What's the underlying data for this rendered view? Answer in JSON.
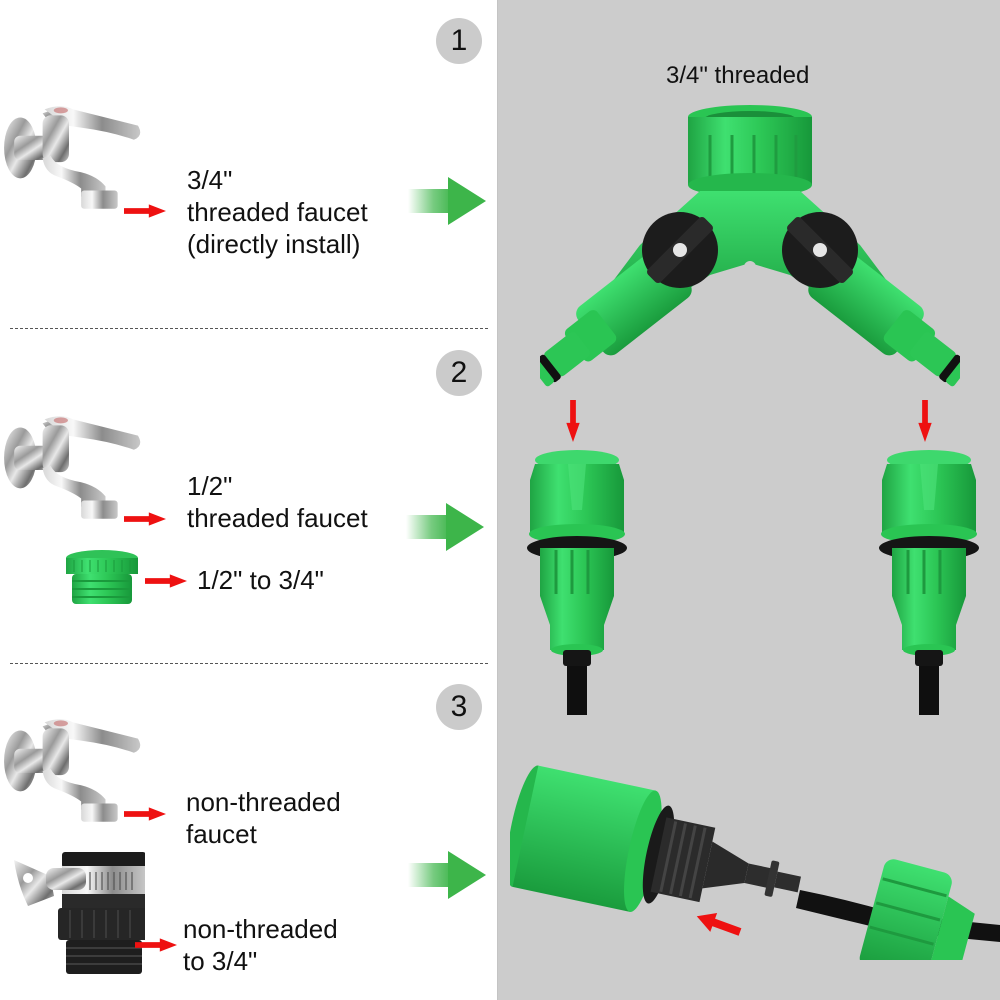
{
  "colors": {
    "left_background": "#ffffff",
    "right_background": "#cccccc",
    "badge_background": "#cbcbcb",
    "accent_green": "#3db54a",
    "connector_green": "#2fd15a",
    "arrow_red": "#ee1111",
    "divider": "#555555"
  },
  "right_panel": {
    "title": "3/4\" threaded",
    "images": [
      {
        "name": "y-splitter-valve",
        "description": "Green 2-way Y hose splitter with black valve handles"
      },
      {
        "name": "quick-connector-left",
        "description": "Green quick connector with black drip tube"
      },
      {
        "name": "quick-connector-right",
        "description": "Green quick connector with black drip tube"
      },
      {
        "name": "connector-with-barb",
        "description": "Green connector with black barbed nipple and tube nut"
      }
    ],
    "arrows": [
      "arrow-down",
      "arrow-down",
      "arrow-left-diagonal"
    ]
  },
  "steps": [
    {
      "number": "1",
      "faucet_label": "3/4\"\nthreaded faucet\n(directly install)",
      "icons": [
        "faucet-icon",
        "red-arrow-icon",
        "green-arrow-icon"
      ]
    },
    {
      "number": "2",
      "faucet_label": "1/2\"\nthreaded faucet",
      "adapter_label": "1/2\" to 3/4\"",
      "icons": [
        "faucet-icon",
        "red-arrow-icon",
        "adapter-icon",
        "red-arrow-icon",
        "green-arrow-icon"
      ]
    },
    {
      "number": "3",
      "faucet_label": "non-threaded\nfaucet",
      "adapter_label": "non-threaded\nto 3/4\"",
      "icons": [
        "faucet-icon",
        "red-arrow-icon",
        "clamp-adapter-icon",
        "red-arrow-icon",
        "green-arrow-icon"
      ]
    }
  ]
}
